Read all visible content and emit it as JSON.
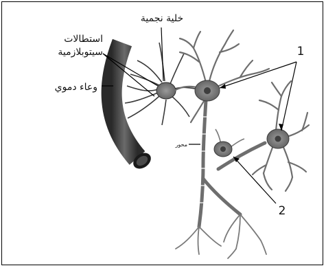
{
  "labels": {
    "astrocyte": "خلية نجمية",
    "cytoplasmic_processes_line1": "استطالات",
    "cytoplasmic_processes_line2": "سيتوبلازمية",
    "blood_vessel": "وعاء دموي",
    "axon": "محور",
    "number_1": "1",
    "number_2": "2"
  },
  "colors": {
    "vessel": "#3b3b3b",
    "neuron": "#8a8a8a",
    "neuron_dark": "#5a5a5a",
    "nucleus": "#3e3e3e",
    "line": "#000000"
  }
}
